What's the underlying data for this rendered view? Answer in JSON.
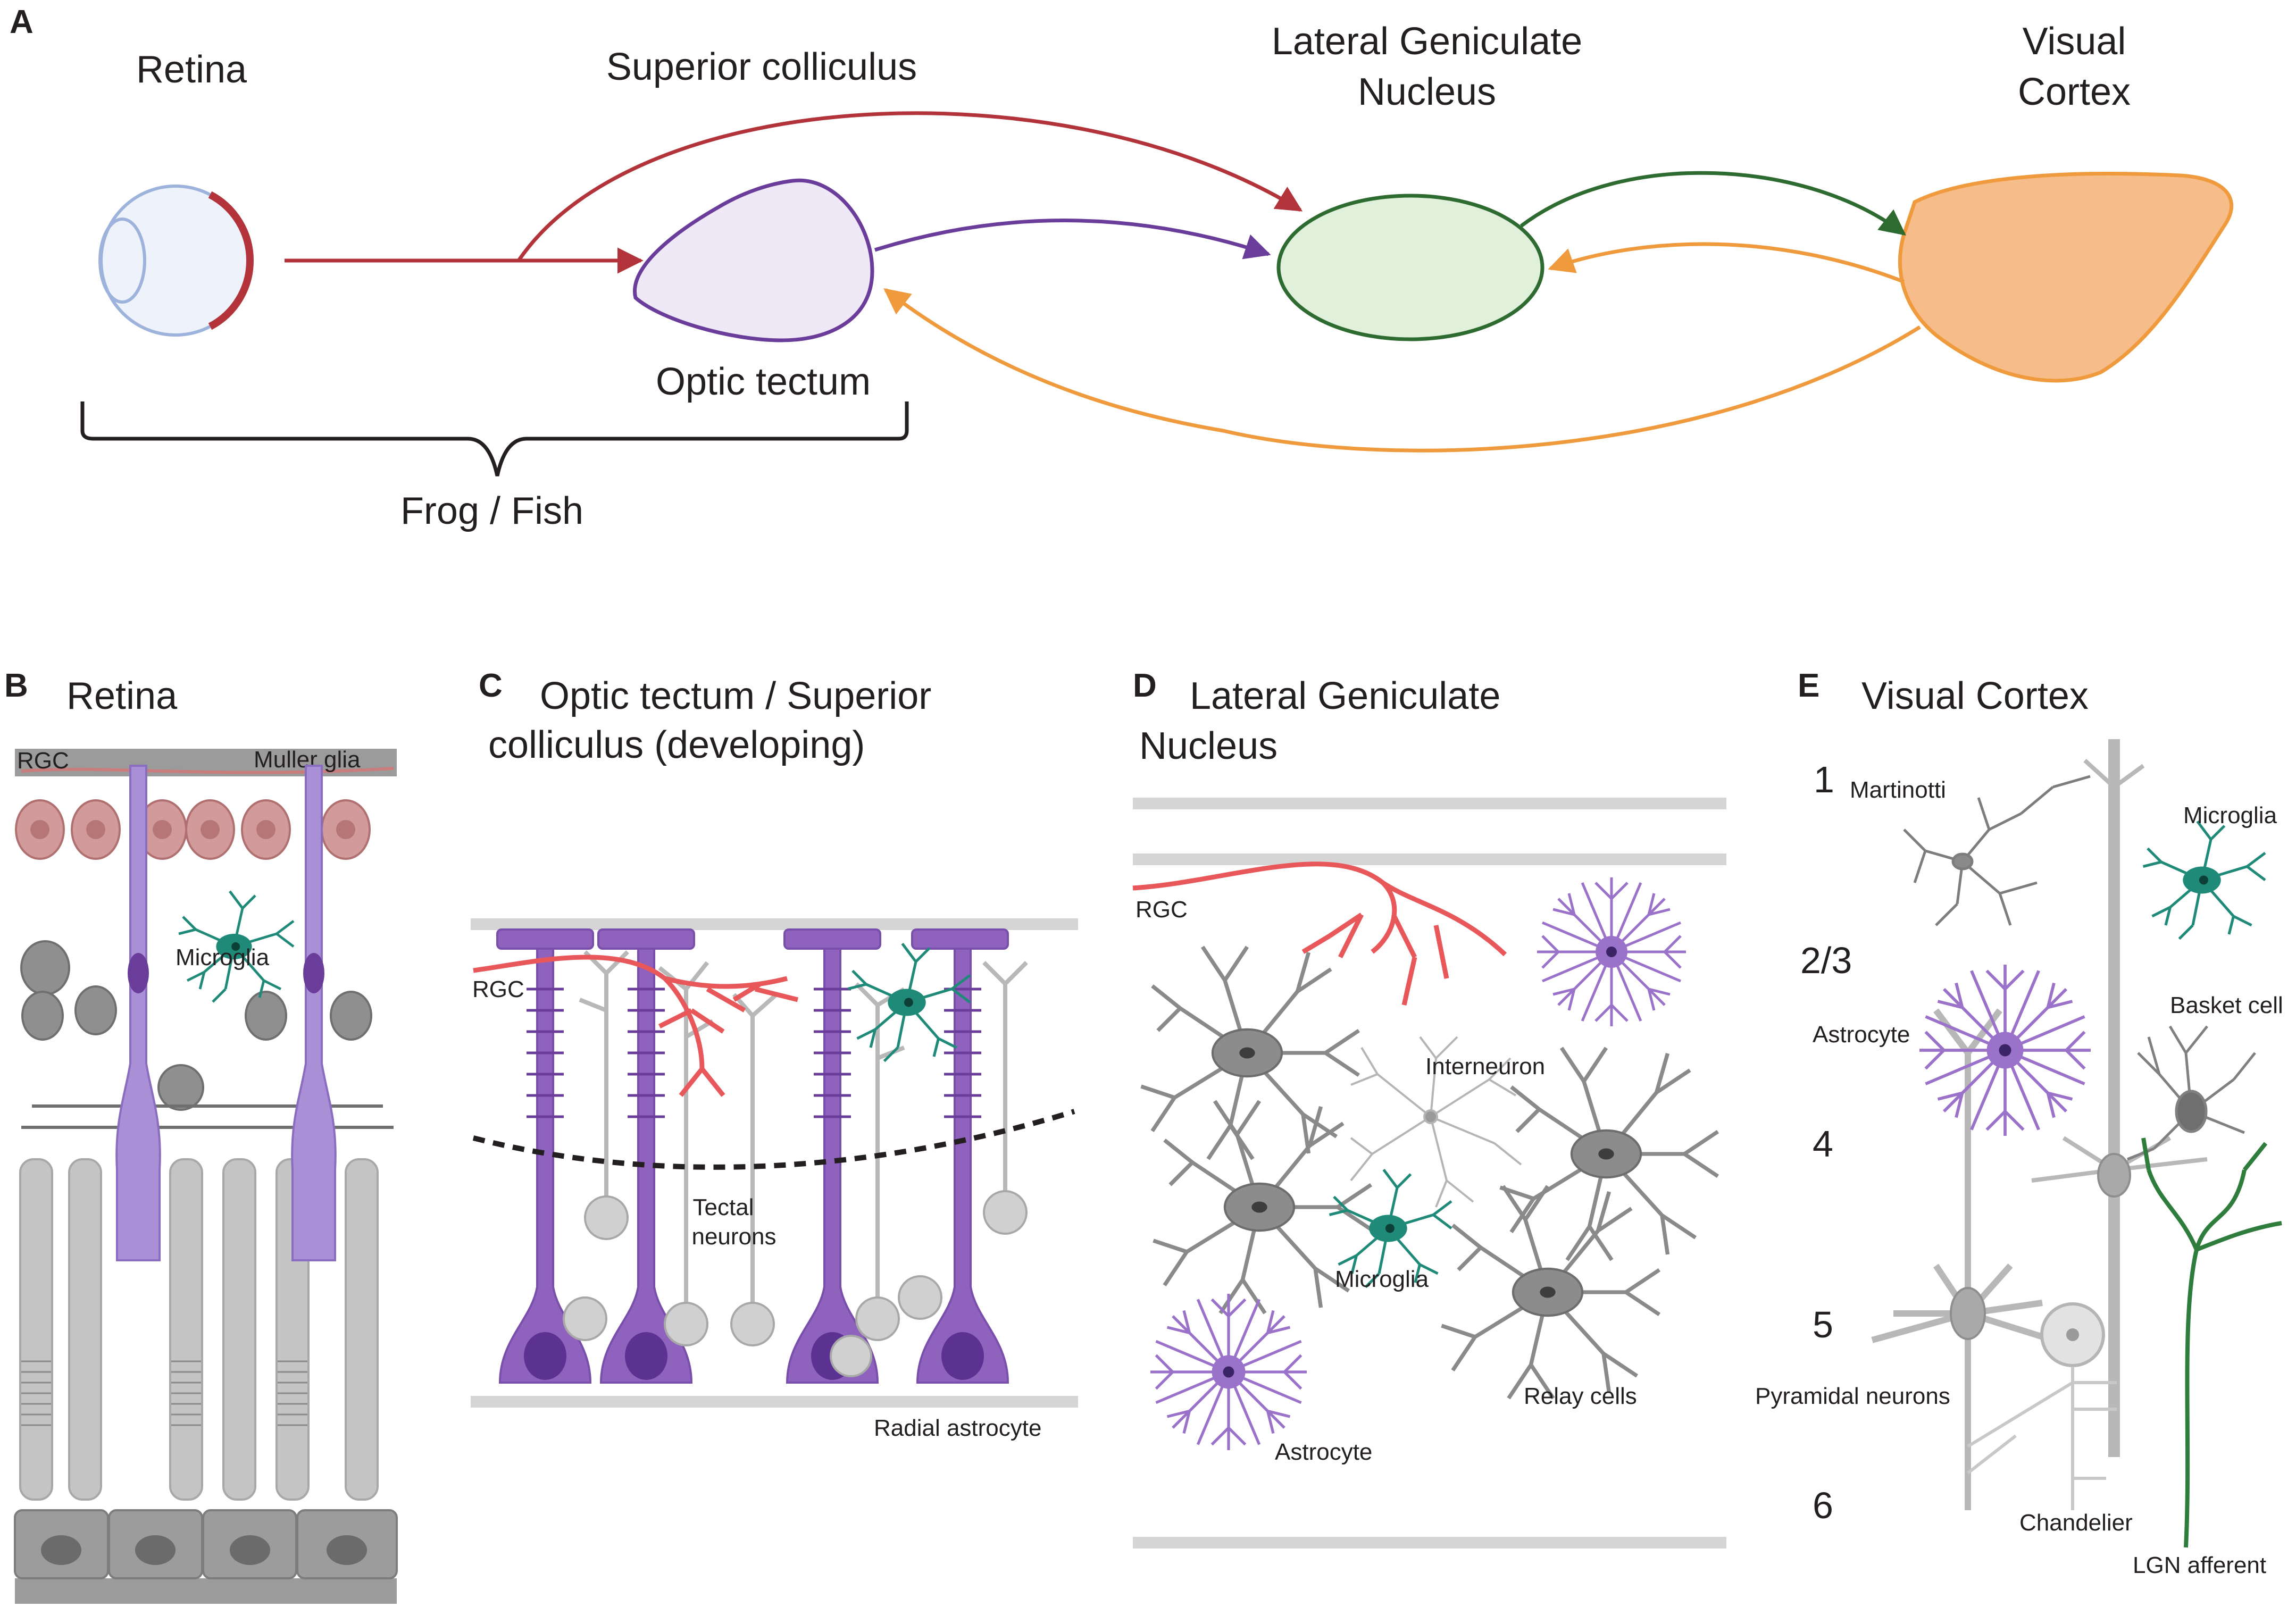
{
  "panel_a": {
    "letter": "A",
    "retina": "Retina",
    "superior_colliculus": "Superior colliculus",
    "lgn": [
      "Lateral Geniculate",
      "Nucleus"
    ],
    "visual_cortex": [
      "Visual",
      "Cortex"
    ],
    "optic_tectum": "Optic tectum",
    "frog_fish": "Frog / Fish"
  },
  "panel_b": {
    "letter": "B",
    "title": "Retina",
    "rgc": "RGC",
    "muller": "Muller glia",
    "microglia": "Microglia"
  },
  "panel_c": {
    "letter": "C",
    "title": [
      "Optic tectum / Superior",
      "colliculus (developing)"
    ],
    "rgc": "RGC",
    "tectal": [
      "Tectal",
      "neurons"
    ],
    "radial": "Radial astrocyte"
  },
  "panel_d": {
    "letter": "D",
    "title": [
      "Lateral Geniculate",
      "Nucleus"
    ],
    "rgc": "RGC",
    "interneuron": "Interneuron",
    "microglia": "Microglia",
    "relay": "Relay cells",
    "astrocyte": "Astrocyte"
  },
  "panel_e": {
    "letter": "E",
    "title": "Visual Cortex",
    "layers": [
      "1",
      "2/3",
      "4",
      "5",
      "6"
    ],
    "martinotti": "Martinotti",
    "microglia": "Microglia",
    "astrocyte": "Astrocyte",
    "basket": "Basket cell",
    "pyramidal": "Pyramidal neurons",
    "chandelier": "Chandelier",
    "lgn_afferent": "LGN afferent"
  },
  "colors": {
    "retina_red": "#b2333a",
    "tectum_purple": "#6a3d9a",
    "lgn_green": "#2e6b30",
    "cortex_orange": "#ef9a3c",
    "microglia_teal": "#1f8a78",
    "rgc_red": "#e8585b",
    "astro_purple": "#9b72c9",
    "neuron_gray": "#9a9a9a"
  }
}
